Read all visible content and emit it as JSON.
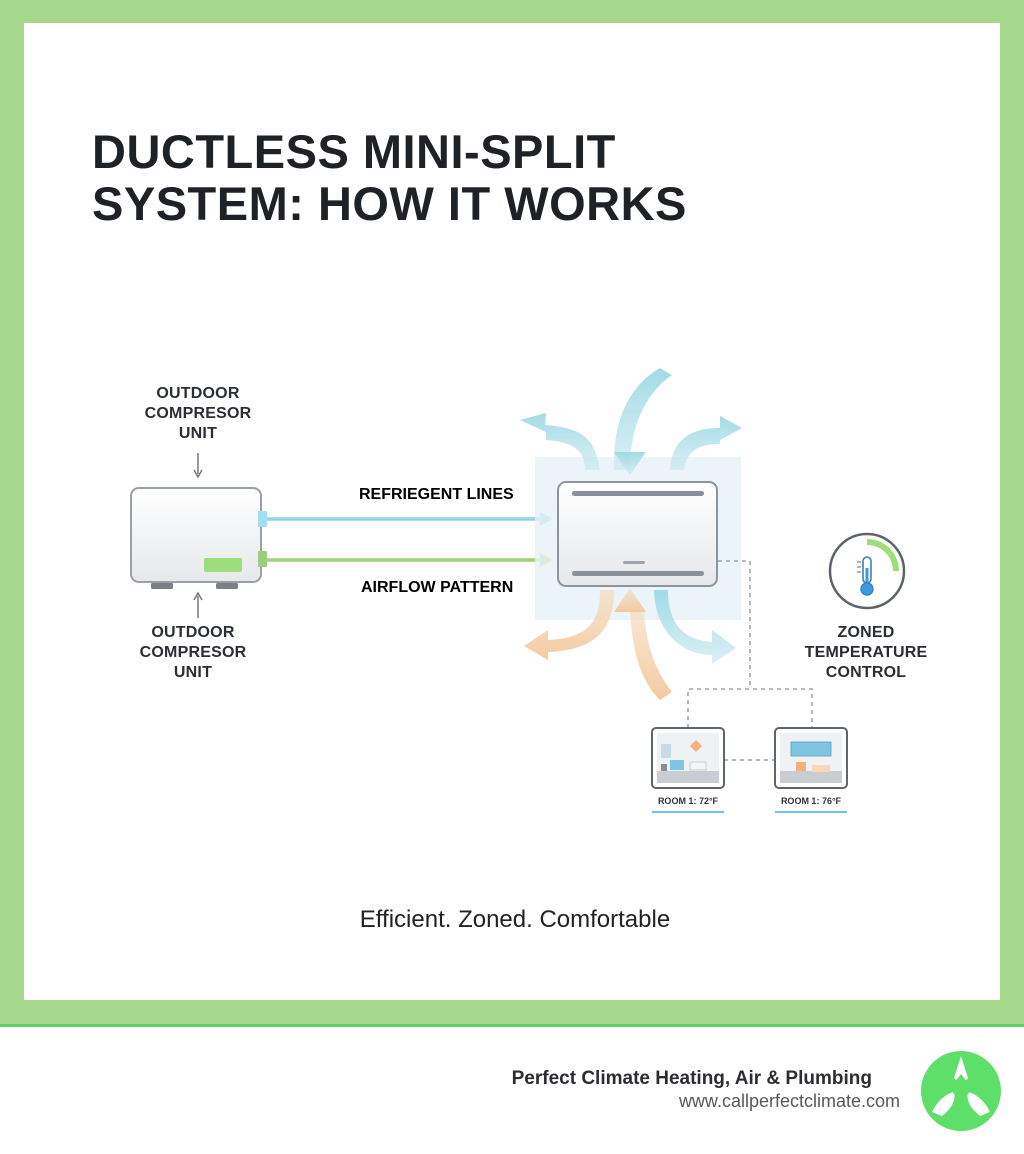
{
  "title": {
    "line1": "DUCTLESS MINI-SPLIT",
    "line2": "SYSTEM: HOW IT WORKS"
  },
  "outdoor_label_top": {
    "line1": "OUTDOOR",
    "line2": "COMPRESOR",
    "line3": "UNIT"
  },
  "outdoor_label_bottom": {
    "line1": "OUTDOOR",
    "line2": "COMPRESOR",
    "line3": "UNIT"
  },
  "refrigerant_label": "REFRIEGENT LINES",
  "airflow_label": "AIRFLOW PATTERN",
  "zoned_label": {
    "line1": "ZONED",
    "line2": "TEMPERATURE",
    "line3": "CONTROL"
  },
  "rooms": [
    {
      "label": "ROOM 1: 72°F"
    },
    {
      "label": "ROOM 1: 76°F"
    }
  ],
  "tagline": "Efficient. Zoned. Comfortable",
  "footer": {
    "company": "Perfect Climate Heating, Air & Plumbing",
    "url": "www.callperfectclimate.com"
  },
  "colors": {
    "frame": "#a5d88d",
    "refrigerant_line": "#8fd3ea",
    "airflow_line": "#9fd07c",
    "cool_air": "#9ed8e4",
    "warm_air": "#f2c79a",
    "logo": "#5ddf6a"
  },
  "icons": [
    "thermometer-icon",
    "logo-icon"
  ]
}
